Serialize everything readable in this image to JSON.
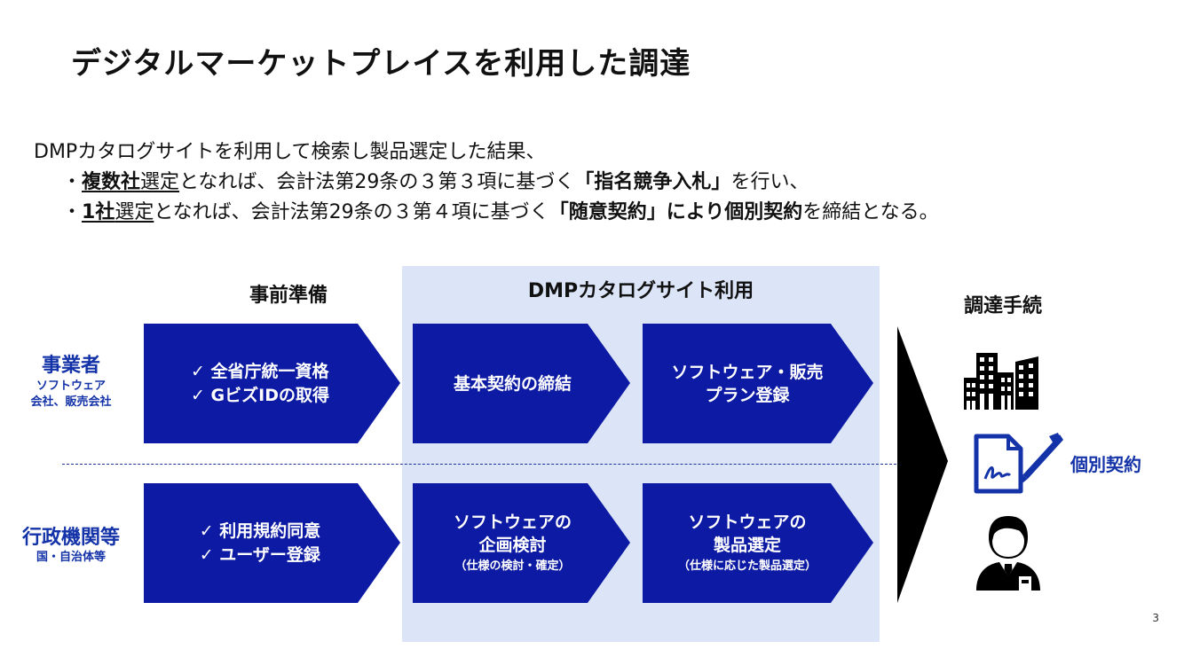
{
  "title": "デジタルマーケットプレイスを利用した調達",
  "intro": {
    "line1": "DMPカタログサイトを利用して検索し製品選定した結果、",
    "line2": {
      "bullet": "・",
      "bold_underline": "複数社",
      "underline": "選定",
      "text1": "となれば、会計法第29条の３第３項に基づく",
      "bracket_open": "「",
      "bold": "指名競争入札",
      "bracket_close": "」",
      "text2": "を行い、"
    },
    "line3": {
      "bullet": "・",
      "bold_underline": "1社",
      "underline": "選定",
      "text1": "となれば、会計法第29条の３第４項に基づく",
      "bracket_open": "「",
      "bold1": "随意契約",
      "bracket_close": "」",
      "bold2": "により個別契約",
      "text2": "を締結となる。"
    }
  },
  "headers": {
    "prep": "事前準備",
    "dmp": "DMPカタログサイト利用",
    "procurement": "調達手続"
  },
  "rows": {
    "vendor": {
      "label": "事業者",
      "sub1": "ソフトウェア",
      "sub2": "会社、販売会社",
      "step1": [
        "✓ 全省庁統一資格",
        "✓ GビズIDの取得"
      ],
      "step2": "基本契約の締結",
      "step3": [
        "ソフトウェア・販売",
        "プラン登録"
      ]
    },
    "gov": {
      "label": "行政機関等",
      "sub": "国・自治体等",
      "step1": [
        "✓ 利用規約同意",
        "✓ ユーザー登録"
      ],
      "step2": [
        "ソフトウェアの",
        "企画検討"
      ],
      "step2_sub": "（仕様の検討・確定）",
      "step3": [
        "ソフトウェアの",
        "製品選定"
      ],
      "step3_sub": "（仕様に応じた製品選定）"
    }
  },
  "contract_label": "個別契約",
  "page_number": "3",
  "colors": {
    "chevron": "#0d1aa3",
    "accent_text": "#1433a8",
    "band": "#dbe5f7",
    "big_arrow": "#000000"
  },
  "icons": [
    "building-icon",
    "contract-pen-icon",
    "government-officer-icon"
  ]
}
